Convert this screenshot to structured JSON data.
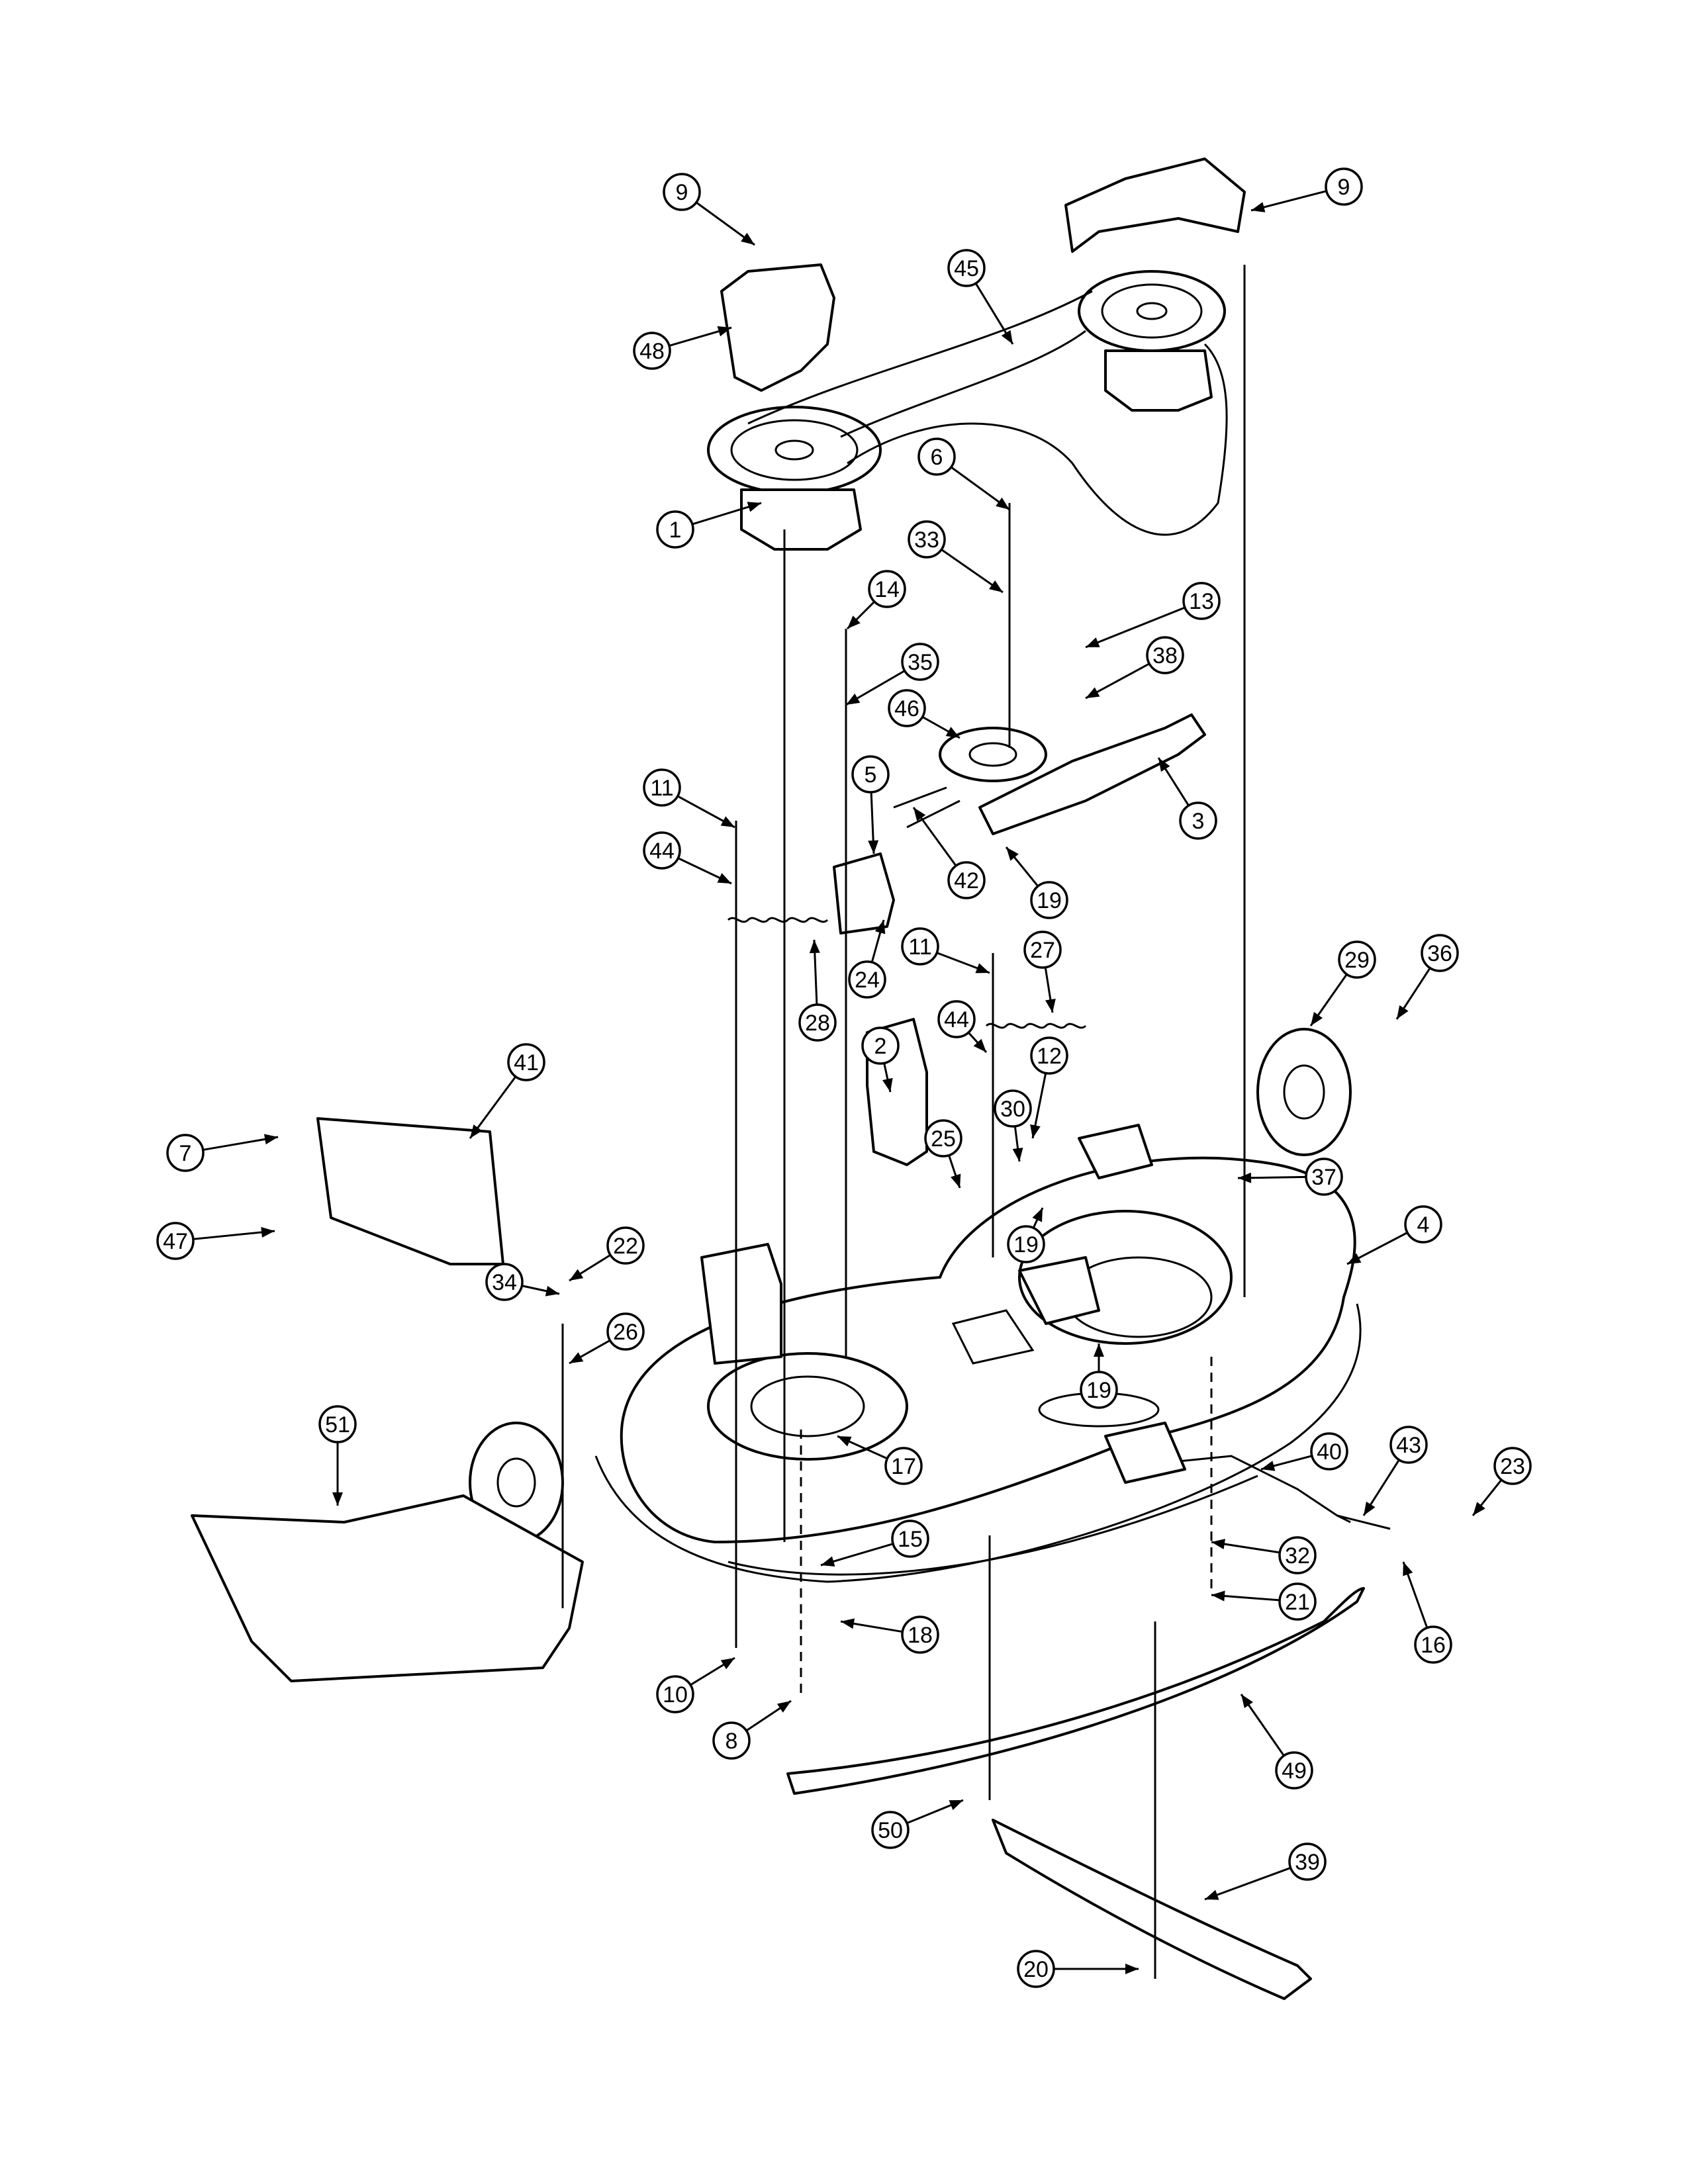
{
  "diagram": {
    "type": "exploded-parts-view",
    "callouts": [
      {
        "label": "9"
      },
      {
        "label": "9"
      },
      {
        "label": "45"
      },
      {
        "label": "48"
      },
      {
        "label": "1"
      },
      {
        "label": "6"
      },
      {
        "label": "33"
      },
      {
        "label": "14"
      },
      {
        "label": "13"
      },
      {
        "label": "35"
      },
      {
        "label": "38"
      },
      {
        "label": "46"
      },
      {
        "label": "3"
      },
      {
        "label": "5"
      },
      {
        "label": "11"
      },
      {
        "label": "44"
      },
      {
        "label": "42"
      },
      {
        "label": "19"
      },
      {
        "label": "24"
      },
      {
        "label": "11"
      },
      {
        "label": "27"
      },
      {
        "label": "28"
      },
      {
        "label": "44"
      },
      {
        "label": "2"
      },
      {
        "label": "29"
      },
      {
        "label": "36"
      },
      {
        "label": "7"
      },
      {
        "label": "41"
      },
      {
        "label": "12"
      },
      {
        "label": "30"
      },
      {
        "label": "25"
      },
      {
        "label": "47"
      },
      {
        "label": "37"
      },
      {
        "label": "4"
      },
      {
        "label": "19"
      },
      {
        "label": "22"
      },
      {
        "label": "34"
      },
      {
        "label": "26"
      },
      {
        "label": "19"
      },
      {
        "label": "51"
      },
      {
        "label": "17"
      },
      {
        "label": "40"
      },
      {
        "label": "43"
      },
      {
        "label": "23"
      },
      {
        "label": "15"
      },
      {
        "label": "32"
      },
      {
        "label": "21"
      },
      {
        "label": "18"
      },
      {
        "label": "16"
      },
      {
        "label": "10"
      },
      {
        "label": "8"
      },
      {
        "label": "49"
      },
      {
        "label": "50"
      },
      {
        "label": "39"
      },
      {
        "label": "20"
      }
    ]
  }
}
